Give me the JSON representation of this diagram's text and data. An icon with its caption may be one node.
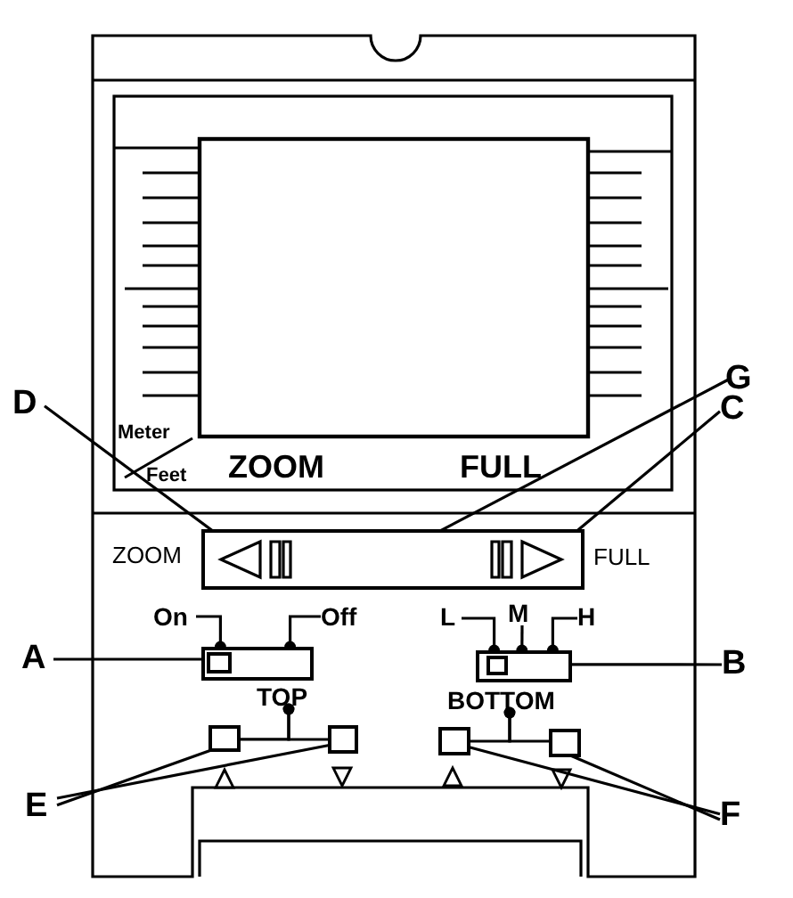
{
  "diagram": {
    "nodes": [
      {
        "text": [
          "G"
        ]
      },
      {
        "text": [
          "D"
        ]
      },
      {
        "text": [
          "C"
        ]
      },
      {
        "text": [],
        "shape": "box"
      },
      {
        "text": [],
        "shape": "triangle",
        "in": 3
      },
      {
        "text": [],
        "shape": "triangle",
        "in": 3
      },
      {
        "text": [
          "On"
        ]
      },
      {
        "text": [
          "Off"
        ]
      },
      {
        "text": [
          "L"
        ]
      },
      {
        "text": [
          "M"
        ]
      },
      {
        "text": [
          "H"
        ]
      },
      {
        "text": [
          "A"
        ]
      },
      {
        "text": [],
        "shape": "box"
      },
      {
        "text": [],
        "shape": "box",
        "in": 12
      },
      {
        "text": [],
        "shape": "box"
      },
      {
        "text": [],
        "shape": "box",
        "in": 14
      },
      {
        "text": [
          "B"
        ]
      },
      {
        "text": [
          "TOP"
        ]
      },
      {
        "text": [
          "BOTTOM"
        ]
      },
      {
        "text": [],
        "shape": "box"
      },
      {
        "text": [],
        "shape": "box"
      },
      {
        "text": [],
        "shape": "box"
      },
      {
        "text": [],
        "shape": "box"
      },
      {
        "text": [
          "E"
        ]
      },
      {
        "text": [
          "F"
        ]
      }
    ],
    "edges": [
      {
        "from": 0,
        "to": 3,
        "arrow": "none"
      },
      {
        "from": 1,
        "to": 4,
        "arrow": "none"
      },
      {
        "from": 2,
        "to": 5,
        "arrow": "none"
      },
      {
        "from": 6,
        "to": 12,
        "arrow": "other"
      },
      {
        "from": 7,
        "to": 12,
        "arrow": "other"
      },
      {
        "from": 8,
        "to": 14,
        "arrow": "other"
      },
      {
        "from": 9,
        "to": 14,
        "arrow": "other"
      },
      {
        "from": 10,
        "to": 14,
        "arrow": "other"
      },
      {
        "from": 11,
        "to": 13,
        "arrow": "none"
      },
      {
        "from": 16,
        "to": 15,
        "arrow": "none"
      },
      {
        "from": 17,
        "to": 19,
        "arrow": "other"
      },
      {
        "from": 17,
        "to": 20,
        "arrow": "other"
      },
      {
        "from": 18,
        "to": 21,
        "arrow": "other"
      },
      {
        "from": 18,
        "to": 22,
        "arrow": "other"
      },
      {
        "from": 23,
        "to": 19,
        "arrow": "none"
      },
      {
        "from": 23,
        "to": 20,
        "arrow": "none"
      },
      {
        "from": 24,
        "to": 21,
        "arrow": "none"
      },
      {
        "from": 24,
        "to": 22,
        "arrow": "none"
      }
    ],
    "labels": [
      "Meter",
      "Feet",
      "ZOOM",
      "FULL",
      "ZOOM",
      "FULL"
    ]
  }
}
